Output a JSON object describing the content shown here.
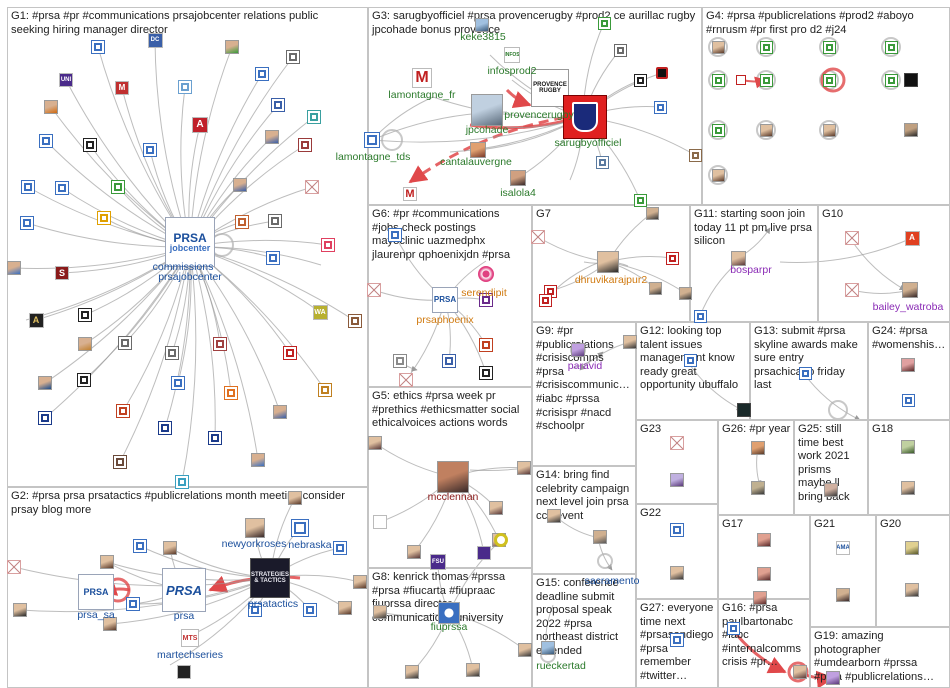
{
  "colors": {
    "background": "#ffffff",
    "box_border": "#c4c4c4",
    "edge": "#9a9a9a",
    "edge_highlight": "#e0484a",
    "text": "#222222",
    "label_blue": "#1b4f9c",
    "label_green": "#2b7a2b",
    "label_orange": "#d07a10",
    "label_purple": "#8a2bb5",
    "label_darkred": "#8b1a1a"
  },
  "groups": [
    {
      "id": "g1",
      "label": "G1: #prsa #pr #communications prsajobcenter relations public seeking hiring manager director"
    },
    {
      "id": "g2",
      "label": "G2: #prsa prsa prsatactics #publicrelations month meeting consider prsay blog more"
    },
    {
      "id": "g3",
      "label": "G3: sarugbyofficiel #prsa provencerugby #prod2 ce aurillac rugby jpcohade bonus provence"
    },
    {
      "id": "g4",
      "label": "G4: #prsa #publicrelations #prod2 #aboyo #rnrusm #pr first pro d2 #j24"
    },
    {
      "id": "g5",
      "label": "G5: ethics #prsa week pr #prethics #ethicsmatter social ethicalvoices actions words"
    },
    {
      "id": "g6",
      "label": "G6: #pr #communications #jobs check postings mayoclinic uazmedphx jlaurenpr qphoenixjdn #prsa"
    },
    {
      "id": "g7",
      "label": "G7"
    },
    {
      "id": "g8",
      "label": "G8: kenrick thomas #prssa #prsa #fiucarta #fiupraac fiuprssa director communications university"
    },
    {
      "id": "g9",
      "label": "G9: #pr #publicrelations #crisiscomms #prsa #crisiscommunic… #iabc #prssa #crisispr #nacd #schoolpr"
    },
    {
      "id": "g10",
      "label": "G10"
    },
    {
      "id": "g11",
      "label": "G11: starting soon join today 11 pt pm live prsa silicon"
    },
    {
      "id": "g12",
      "label": "G12: looking top talent issues management know ready great opportunity ubuffalo"
    },
    {
      "id": "g13",
      "label": "G13: submit #prsa skyline awards make sure entry prsachicago friday last"
    },
    {
      "id": "g14",
      "label": "G14: bring find celebrity campaign next level join prsa ccc event"
    },
    {
      "id": "g15",
      "label": "G15: conference deadline submit proposal speak 2022 #prsa northeast district extended"
    },
    {
      "id": "g16",
      "label": "G16: #prsa paulbartonabc #iabc #internalcomms crisis #pr…"
    },
    {
      "id": "g17",
      "label": "G17"
    },
    {
      "id": "g18",
      "label": "G18"
    },
    {
      "id": "g19",
      "label": "G19: amazing photographer #umdearborn #prssa #prsa #publicrelations…"
    },
    {
      "id": "g20",
      "label": "G20"
    },
    {
      "id": "g21",
      "label": "G21"
    },
    {
      "id": "g22",
      "label": "G22"
    },
    {
      "id": "g23",
      "label": "G23"
    },
    {
      "id": "g24",
      "label": "G24: #prsa #womenshis…"
    },
    {
      "id": "g25",
      "label": "G25: still time best work 2021 prisms maybe ll bring back"
    },
    {
      "id": "g26",
      "label": "G26: #pr year"
    },
    {
      "id": "g27",
      "label": "G27: everyone time next #prsasandiego #prsa remember #twitter…"
    }
  ],
  "node_labels": [
    {
      "id": "prsajobcenter",
      "text": "prsajobcenter",
      "color": "label_blue"
    },
    {
      "id": "commissions",
      "text": "commissions",
      "color": "label_blue"
    },
    {
      "id": "prsa_sa",
      "text": "prsa_sa",
      "color": "label_blue"
    },
    {
      "id": "prsa",
      "text": "prsa",
      "color": "label_blue"
    },
    {
      "id": "martechseries",
      "text": "martechseries",
      "color": "label_blue"
    },
    {
      "id": "prsatactics",
      "text": "prsatactics",
      "color": "label_blue"
    },
    {
      "id": "newyorkroses",
      "text": "newyorkroses",
      "color": "label_blue"
    },
    {
      "id": "nebraska",
      "text": "nebraska",
      "color": "label_blue"
    },
    {
      "id": "keke3815",
      "text": "keke3815",
      "color": "label_green"
    },
    {
      "id": "infosprod2",
      "text": "infosprod2",
      "color": "label_green"
    },
    {
      "id": "lamontagne_fr",
      "text": "lamontagne_fr",
      "color": "label_green"
    },
    {
      "id": "jpcohade",
      "text": "jpcohade",
      "color": "label_green"
    },
    {
      "id": "provencerugby",
      "text": "provencerugby",
      "color": "label_green"
    },
    {
      "id": "lamontagne_tds",
      "text": "lamontagne_tds",
      "color": "label_green"
    },
    {
      "id": "cantalauvergne",
      "text": "cantalauvergne",
      "color": "label_green"
    },
    {
      "id": "sarugbyofficiel",
      "text": "sarugbyofficiel",
      "color": "label_green"
    },
    {
      "id": "isalola4",
      "text": "isalola4",
      "color": "label_green"
    },
    {
      "id": "serendipit",
      "text": "serendipit",
      "color": "label_orange"
    },
    {
      "id": "prsaphoenix",
      "text": "prsaphoenix",
      "color": "label_orange"
    },
    {
      "id": "dhruvikarajpur2",
      "text": "dhruvikarajpur2",
      "color": "label_orange"
    },
    {
      "id": "bosparpr",
      "text": "bosparpr",
      "color": "label_purple"
    },
    {
      "id": "bailey_watroba",
      "text": "bailey_watroba",
      "color": "label_purple"
    },
    {
      "id": "mcclennan",
      "text": "mcclennan",
      "color": "label_darkred"
    },
    {
      "id": "fiuprssa",
      "text": "fiuprssa",
      "color": "label_green"
    },
    {
      "id": "sacramento",
      "text": "sacramento",
      "color": "label_blue"
    },
    {
      "id": "rueckertad",
      "text": "rueckertad",
      "color": "label_green"
    },
    {
      "id": "paravid",
      "text": "paravid",
      "color": "label_purple"
    }
  ],
  "logo_text": {
    "prsa": "PRSA",
    "jobcenter": "jobcenter",
    "mts": "MTS",
    "provence": "PROVENCE RUGBY",
    "strategies": "STRATEGIES & TACTICS",
    "uni": "UNI",
    "dc": "DC",
    "m": "M",
    "a": "A",
    "s": "S",
    "infos": "INFOS",
    "fsu": "FSU",
    "wa": "WA",
    "ama": "AMA"
  }
}
